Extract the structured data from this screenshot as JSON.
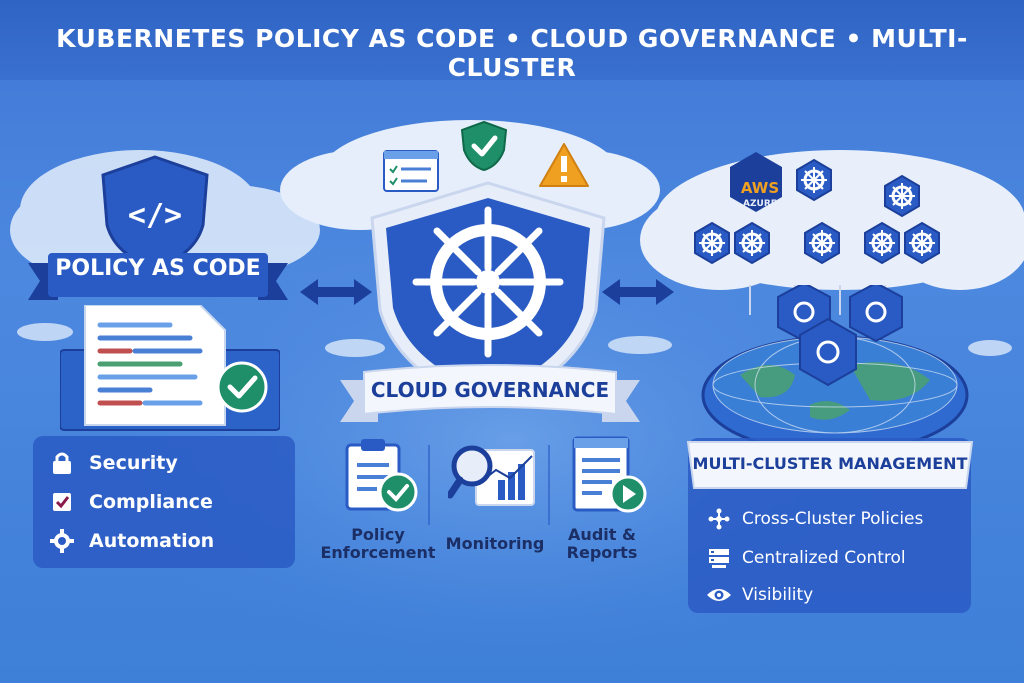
{
  "banner": {
    "title": "KUBERNETES POLICY AS CODE • CLOUD GOVERNANCE • MULTI-CLUSTER"
  },
  "left": {
    "ribbon": "POLICY AS CODE",
    "items": [
      {
        "label": "Security",
        "icon": "lock-icon"
      },
      {
        "label": "Compliance",
        "icon": "checkbox-icon"
      },
      {
        "label": "Automation",
        "icon": "gear-icon"
      }
    ]
  },
  "center": {
    "ribbon": "CLOUD GOVERNANCE",
    "tools": [
      {
        "label": "Policy\nEnforcement",
        "icon": "clipboard-check-icon"
      },
      {
        "label": "Monitoring",
        "icon": "magnifier-chart-icon"
      },
      {
        "label": "Audit &\nReports",
        "icon": "report-play-icon"
      }
    ]
  },
  "right": {
    "cloud_badge": "AWS",
    "cloud_badge_sub": "AZURE",
    "title": "MULTI-CLUSTER MANAGEMENT",
    "items": [
      {
        "label": "Cross-Cluster Policies",
        "icon": "network-icon"
      },
      {
        "label": "Centralized Control",
        "icon": "server-icon"
      },
      {
        "label": "Visibility",
        "icon": "eye-icon"
      }
    ]
  },
  "colors": {
    "primary": "#2a5bc4",
    "dark": "#1b3f9a",
    "accent_green": "#1f8f6a",
    "warning": "#f0a020"
  }
}
